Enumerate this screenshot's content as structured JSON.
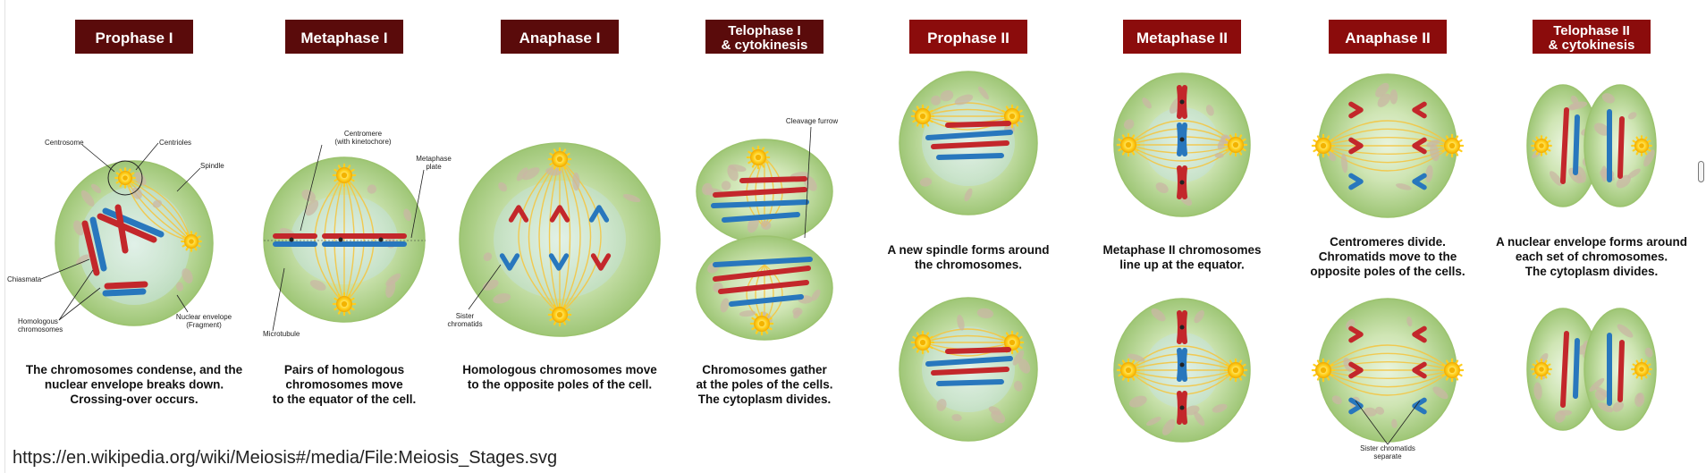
{
  "colors": {
    "dark_stage": "#5a0b0b",
    "light_stage": "#8b0c0c",
    "chromosome_red": "#c3272b",
    "chromosome_blue": "#2877bd",
    "cytoplasm": "#a9ce7e",
    "spindle": "#f4c542"
  },
  "stages": [
    {
      "title": "Prophase I",
      "title2": "",
      "caption": [
        "The chromosomes condense, and the",
        "nuclear envelope breaks down.",
        "Crossing-over occurs."
      ]
    },
    {
      "title": "Metaphase I",
      "title2": "",
      "caption": [
        "Pairs of homologous",
        "chromosomes move",
        "to the equator of the cell."
      ]
    },
    {
      "title": "Anaphase I",
      "title2": "",
      "caption": [
        "Homologous chromosomes move",
        "to the opposite poles of the cell."
      ]
    },
    {
      "title": "Telophase I",
      "title2": "& cytokinesis",
      "caption": [
        "Chromosomes gather",
        "at the poles of the cells.",
        "The cytoplasm divides."
      ]
    },
    {
      "title": "Prophase II",
      "title2": "",
      "caption": [
        "A new spindle forms around",
        "the chromosomes."
      ]
    },
    {
      "title": "Metaphase II",
      "title2": "",
      "caption": [
        "Metaphase II  chromosomes",
        "line up at the equator."
      ]
    },
    {
      "title": "Anaphase II",
      "title2": "",
      "caption": [
        "Centromeres divide.",
        "Chromatids move to the",
        "opposite poles of the cells."
      ]
    },
    {
      "title": "Telophase II",
      "title2": "& cytokinesis",
      "caption": [
        "A nuclear envelope forms around",
        "each set of chromosomes.",
        "The cytoplasm divides."
      ]
    }
  ],
  "labels": {
    "centrosome": "Centrosome",
    "centrioles": "Centrioles",
    "spindle": "Spindle",
    "chiasmata": "Chiasmata",
    "homologous": [
      "Homologous",
      "chromosomes"
    ],
    "nuclear_envelope": [
      "Nuclear envelope",
      "(Fragment)"
    ],
    "centromere": [
      "Centromere",
      "(with kinetochore)"
    ],
    "metaphase_plate": [
      "Metaphase",
      "plate"
    ],
    "microtubule": "Microtubule",
    "sister_chromatids": [
      "Sister",
      "chromatids"
    ],
    "cleavage_furrow": "Cleavage furrow",
    "sister_separate": [
      "Sister chromatids",
      "separate"
    ]
  },
  "source_url": "https://en.wikipedia.org/wiki/Meiosis#/media/File:Meiosis_Stages.svg"
}
